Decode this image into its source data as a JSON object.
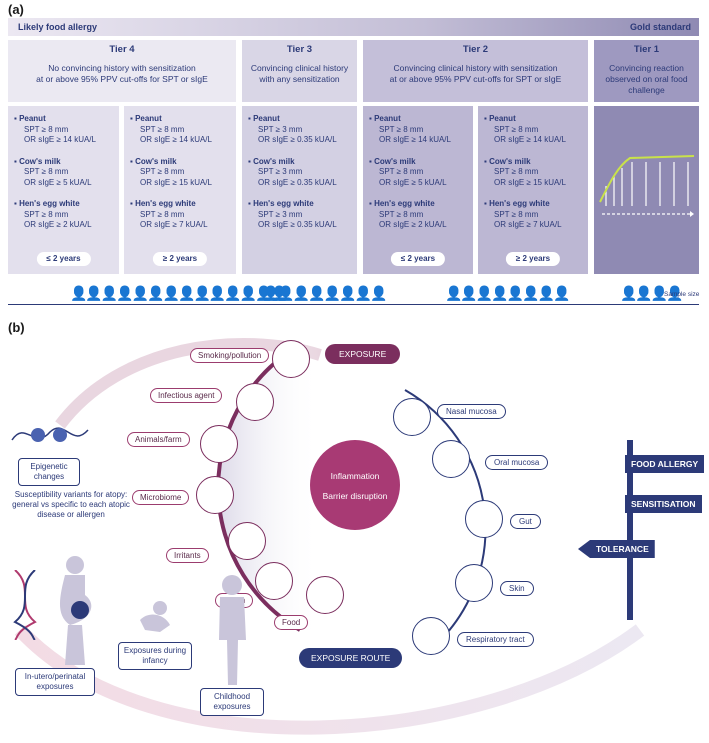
{
  "panel_a": {
    "label": "(a)",
    "topbar": {
      "left": "Likely food allergy",
      "right": "Gold standard"
    },
    "sample_size_label": "Sample size",
    "tiers": [
      {
        "title": "Tier 4",
        "desc1": "No  convincing history with sensitization",
        "desc2": "at or above 95% PPV cut-offs for SPT or sIgE"
      },
      {
        "title": "Tier 3",
        "desc1": "Convincing clinical history",
        "desc2": "with any sensitization"
      },
      {
        "title": "Tier 2",
        "desc1": "Convincing clinical history with sensitization",
        "desc2": "at or above 95% PPV cut-offs for SPT or sIgE"
      },
      {
        "title": "Tier 1",
        "desc1": "Convincing reaction",
        "desc2": "observed on oral food challenge"
      }
    ],
    "columns": [
      {
        "items": [
          {
            "name": "Peanut",
            "l1": "SPT ≥ 8 mm",
            "l2": "OR sIgE ≥ 14 kUA/L"
          },
          {
            "name": "Cow's milk",
            "l1": "SPT ≥ 8 mm",
            "l2": "OR sIgE ≥ 5 kUA/L"
          },
          {
            "name": "Hen's egg white",
            "l1": "SPT ≥ 8 mm",
            "l2": "OR sIgE ≥ 2 kUA/L"
          }
        ],
        "age": "≤ 2 years"
      },
      {
        "items": [
          {
            "name": "Peanut",
            "l1": "SPT ≥ 8 mm",
            "l2": "OR sIgE ≥ 14 kUA/L"
          },
          {
            "name": "Cow's milk",
            "l1": "SPT ≥ 8 mm",
            "l2": "OR sIgE ≥ 15 kUA/L"
          },
          {
            "name": "Hen's egg white",
            "l1": "SPT ≥ 8 mm",
            "l2": "OR sIgE ≥ 7 kUA/L"
          }
        ],
        "age": "≥ 2 years"
      },
      {
        "items": [
          {
            "name": "Peanut",
            "l1": "SPT ≥ 3 mm",
            "l2": "OR sIgE ≥ 0.35 kUA/L"
          },
          {
            "name": "Cow's milk",
            "l1": "SPT ≥ 3 mm",
            "l2": "OR sIgE ≥ 0.35 kUA/L"
          },
          {
            "name": "Hen's egg white",
            "l1": "SPT ≥ 3 mm",
            "l2": "OR sIgE ≥ 0.35 kUA/L"
          }
        ],
        "age": ""
      },
      {
        "items": [
          {
            "name": "Peanut",
            "l1": "SPT ≥ 8 mm",
            "l2": "OR sIgE ≥ 14 kUA/L"
          },
          {
            "name": "Cow's milk",
            "l1": "SPT ≥ 8 mm",
            "l2": "OR sIgE ≥ 5 kUA/L"
          },
          {
            "name": "Hen's egg white",
            "l1": "SPT ≥ 8 mm",
            "l2": "OR sIgE ≥ 2 kUA/L"
          }
        ],
        "age": "≤ 2 years"
      },
      {
        "items": [
          {
            "name": "Peanut",
            "l1": "SPT ≥ 8 mm",
            "l2": "OR sIgE ≥ 14 kUA/L"
          },
          {
            "name": "Cow's milk",
            "l1": "SPT ≥ 8 mm",
            "l2": "OR sIgE ≥ 15 kUA/L"
          },
          {
            "name": "Hen's egg white",
            "l1": "SPT ≥ 8 mm",
            "l2": "OR sIgE ≥ 7 kUA/L"
          }
        ],
        "age": "≥ 2 years"
      }
    ]
  },
  "panel_b": {
    "label": "(b)",
    "exposure": "EXPOSURE",
    "exposure_route": "EXPOSURE ROUTE",
    "center1": "Inflammation",
    "center2": "Barrier disruption",
    "exposures": [
      "Smoking/pollution",
      "Infectious agent",
      "Animals/farm",
      "Microbiome",
      "Irritants",
      "Pollen",
      "Food"
    ],
    "routes": [
      "Nasal mucosa",
      "Oral mucosa",
      "Gut",
      "Skin",
      "Respiratory tract"
    ],
    "epigenetic": "Epigenetic changes",
    "susceptibility": "Susceptibility variants for atopy: general vs specific to each atopic disease or allergen",
    "life_stages": [
      "In-utero/perinatal exposures",
      "Exposures during infancy",
      "Childhood exposures"
    ],
    "signs": [
      "FOOD ALLERGY",
      "SENSITISATION",
      "TOLERANCE"
    ]
  }
}
